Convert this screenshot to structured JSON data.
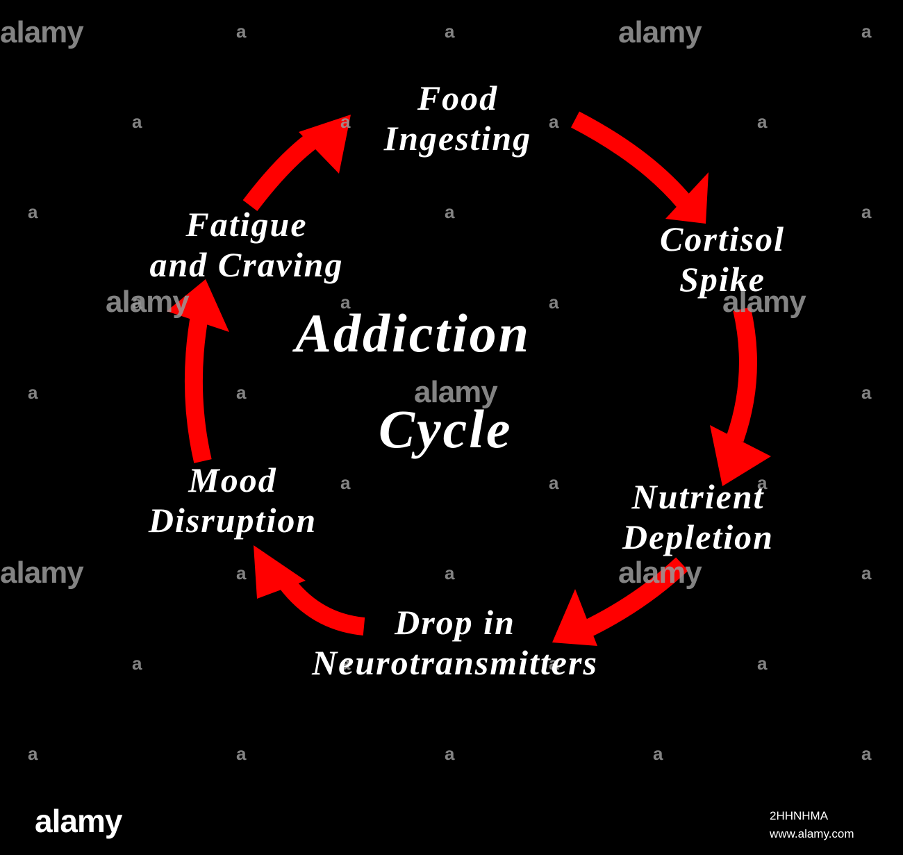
{
  "colors": {
    "background": "#000000",
    "arrow": "#ff0000",
    "text": "#ffffff",
    "watermark": "#9a9a9a"
  },
  "title": {
    "line1": "Addiction",
    "line2": "Cycle"
  },
  "nodes": [
    {
      "line1": "Food",
      "line2": "Ingesting"
    },
    {
      "line1": "Cortisol",
      "line2": "Spike"
    },
    {
      "line1": "Nutrient",
      "line2": "Depletion"
    },
    {
      "line1": "Drop in",
      "line2": "Neurotransmitters"
    },
    {
      "line1": "Mood",
      "line2": "Disruption"
    },
    {
      "line1": "Fatigue",
      "line2": "and Craving"
    }
  ],
  "edges": [
    {
      "from": 0,
      "to": 1
    },
    {
      "from": 1,
      "to": 2
    },
    {
      "from": 2,
      "to": 3
    },
    {
      "from": 3,
      "to": 4
    },
    {
      "from": 4,
      "to": 5
    },
    {
      "from": 5,
      "to": 0
    }
  ],
  "watermark": {
    "brand": "alamy",
    "glyph": "a"
  },
  "footer": {
    "brand": "alamy",
    "image_id": "2HHNHMA",
    "site": "www.alamy.com"
  }
}
